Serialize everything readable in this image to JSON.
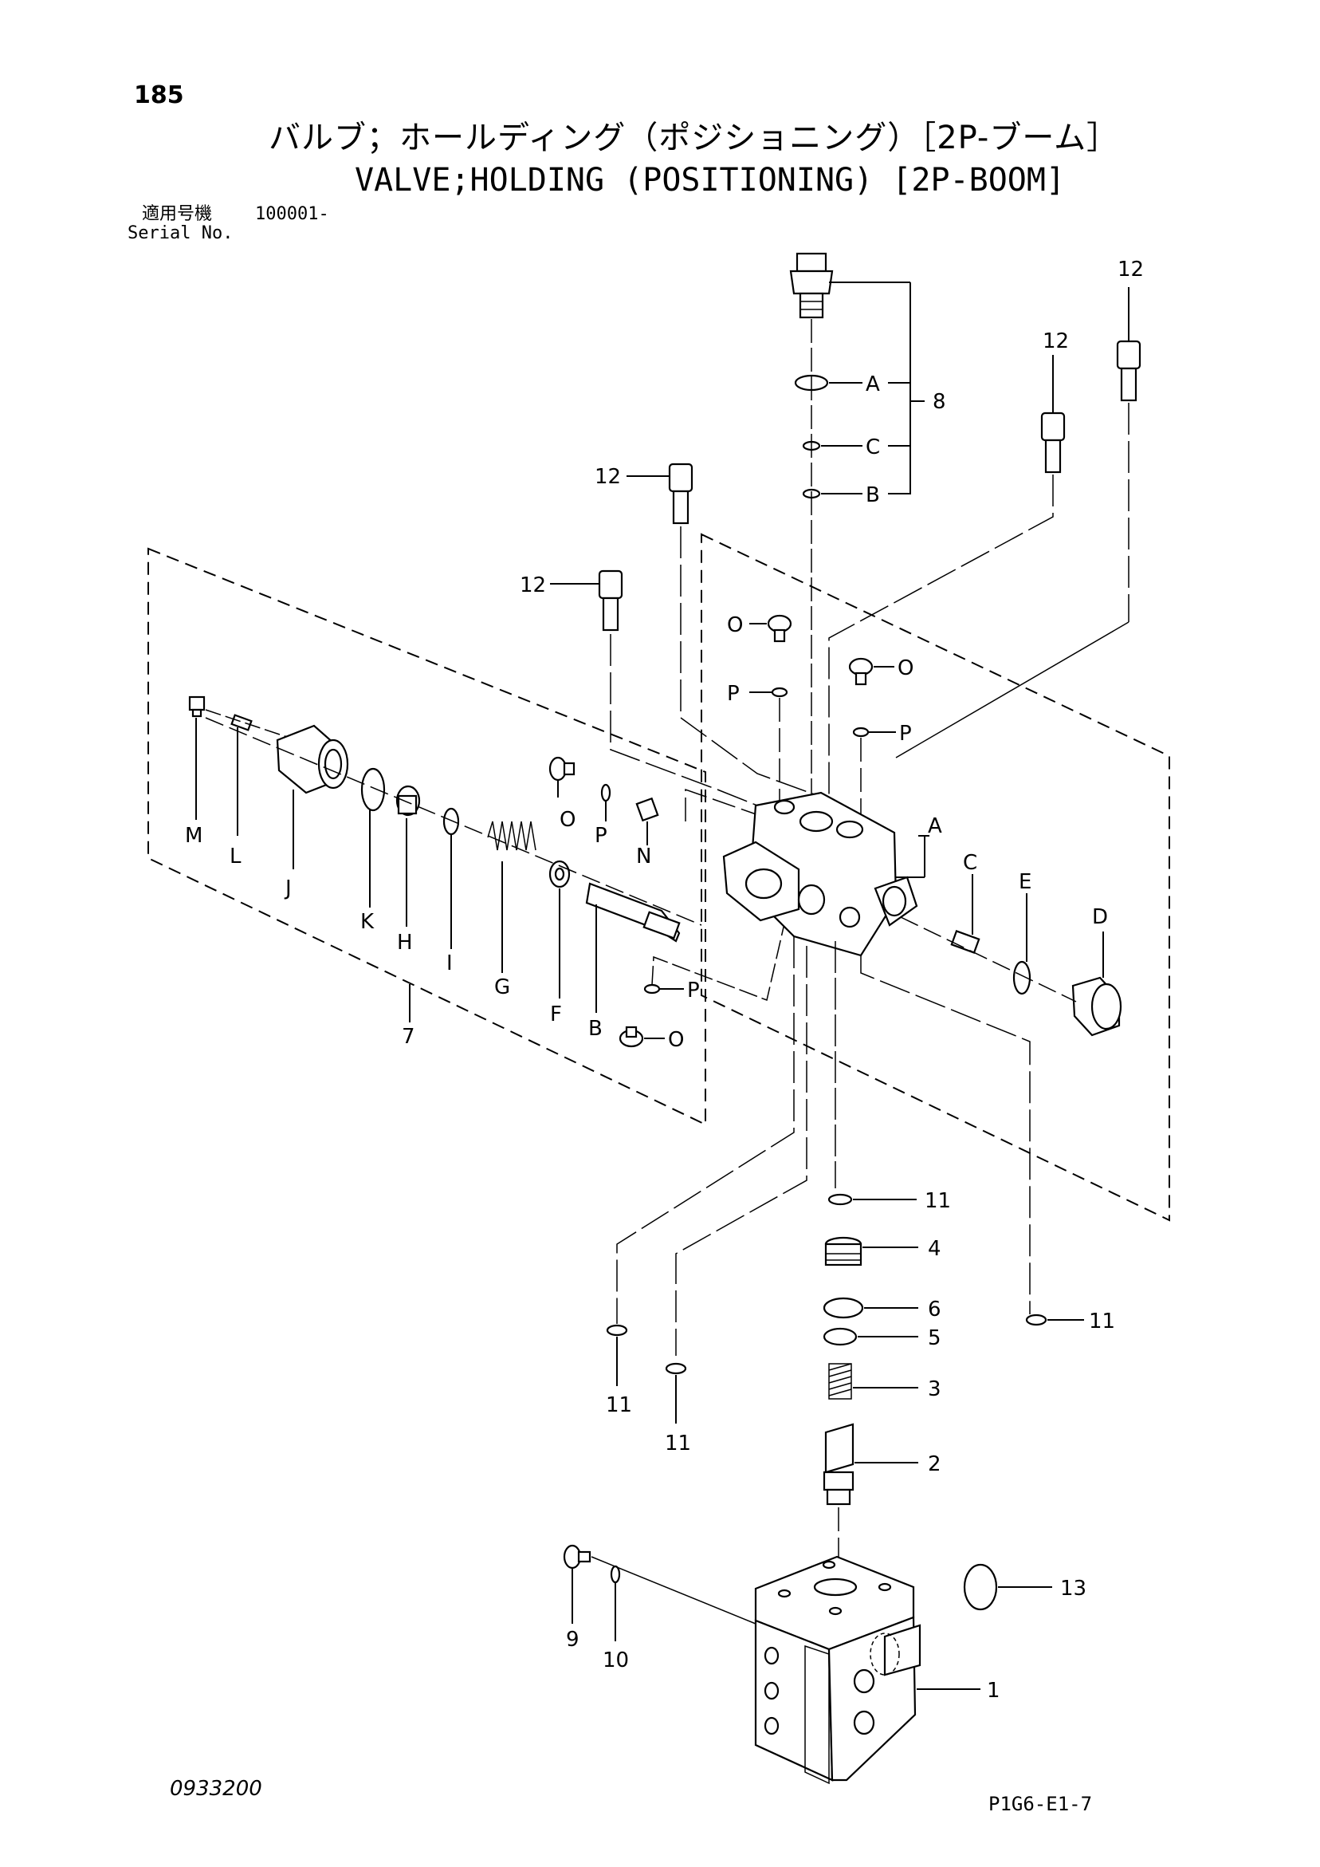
{
  "header": {
    "page_number": "185",
    "title_jp": "バルブ；ホールディング（ポジショニング）［2P-ブーム］",
    "title_en": "VALVE;HOLDING (POSITIONING) [2P-BOOM]",
    "serial_label_jp": "適用号機",
    "serial_range": "100001-",
    "serial_label_en": "Serial No."
  },
  "footer": {
    "doc_code": "0933200",
    "figure_code": "P1G6-E1-7"
  },
  "callouts": {
    "n12a": "12",
    "n12b": "12",
    "n12c": "12",
    "n12d": "12",
    "n8": "8",
    "A1": "A",
    "C1": "C",
    "B1": "B",
    "O1": "O",
    "O2": "O",
    "O3": "O",
    "O4": "O",
    "P1": "P",
    "P2": "P",
    "P3": "P",
    "P4": "P",
    "M": "M",
    "L": "L",
    "J": "J",
    "K": "K",
    "H": "H",
    "I": "I",
    "G": "G",
    "F": "F",
    "B2": "B",
    "N": "N",
    "n7": "7",
    "A2": "A",
    "C2": "C",
    "E": "E",
    "D": "D",
    "n11a": "11",
    "n11b": "11",
    "n11c": "11",
    "n11d": "11",
    "n4": "4",
    "n6": "6",
    "n5": "5",
    "n3": "3",
    "n2": "2",
    "n13": "13",
    "n1": "1",
    "n9": "9",
    "n10": "10"
  }
}
